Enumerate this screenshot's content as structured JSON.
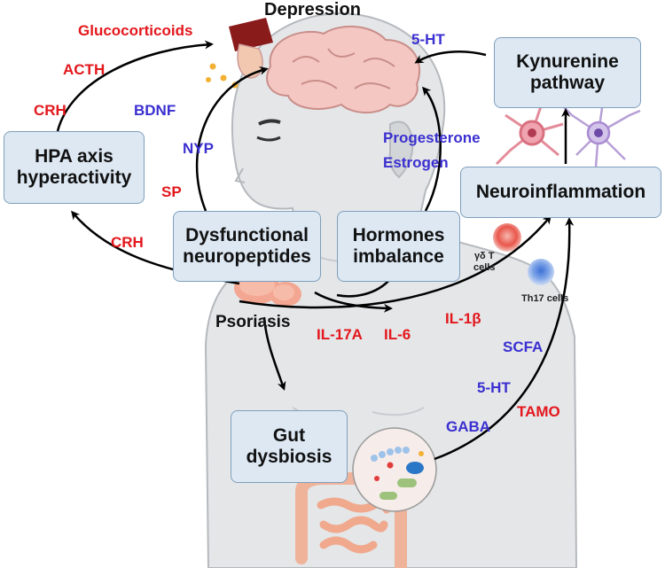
{
  "title": "Depression",
  "boxes": {
    "hpa": "HPA axis\nhyperactivity",
    "neuropeptides": "Dysfunctional\nneuropeptides",
    "hormones": "Hormones\nimbalance",
    "kynurenine": "Kynurenine\npathway",
    "neuroinflammation": "Neuroinflammation",
    "gut": "Gut\ndysbiosis"
  },
  "labels": {
    "glucocorticoids": "Glucocorticoids",
    "acth": "ACTH",
    "crh_top": "CRH",
    "crh_bottom": "CRH",
    "bdnf": "BDNF",
    "nyp": "NYP",
    "sp": "SP",
    "five_ht_top": "5-HT",
    "progesterone": "Progesterone",
    "estrogen": "Estrogen",
    "psoriasis": "Psoriasis",
    "il17a": "IL-17A",
    "il6": "IL-6",
    "il1b": "IL-1β",
    "scfa": "SCFA",
    "five_ht_bottom": "5-HT",
    "gaba": "GABA",
    "tamo": "TAMO",
    "gd_t_cells": "γδ T\ncells",
    "th17_cells": "Th17 cells"
  },
  "colors": {
    "red_label": "#e3171c",
    "blue_label": "#3a2fd0",
    "box_fill": "#dde8f3",
    "box_border": "#7f9fbd",
    "body_fill": "#e4e6e8",
    "body_stroke": "#b5b9bd"
  },
  "icons": [
    "human-silhouette-icon",
    "brain-icon",
    "adrenal-gland-icon",
    "skin-lesion-icon",
    "neuron-icon",
    "microglia-icon",
    "t-cell-icon",
    "intestine-icon",
    "microbiota-icon"
  ]
}
